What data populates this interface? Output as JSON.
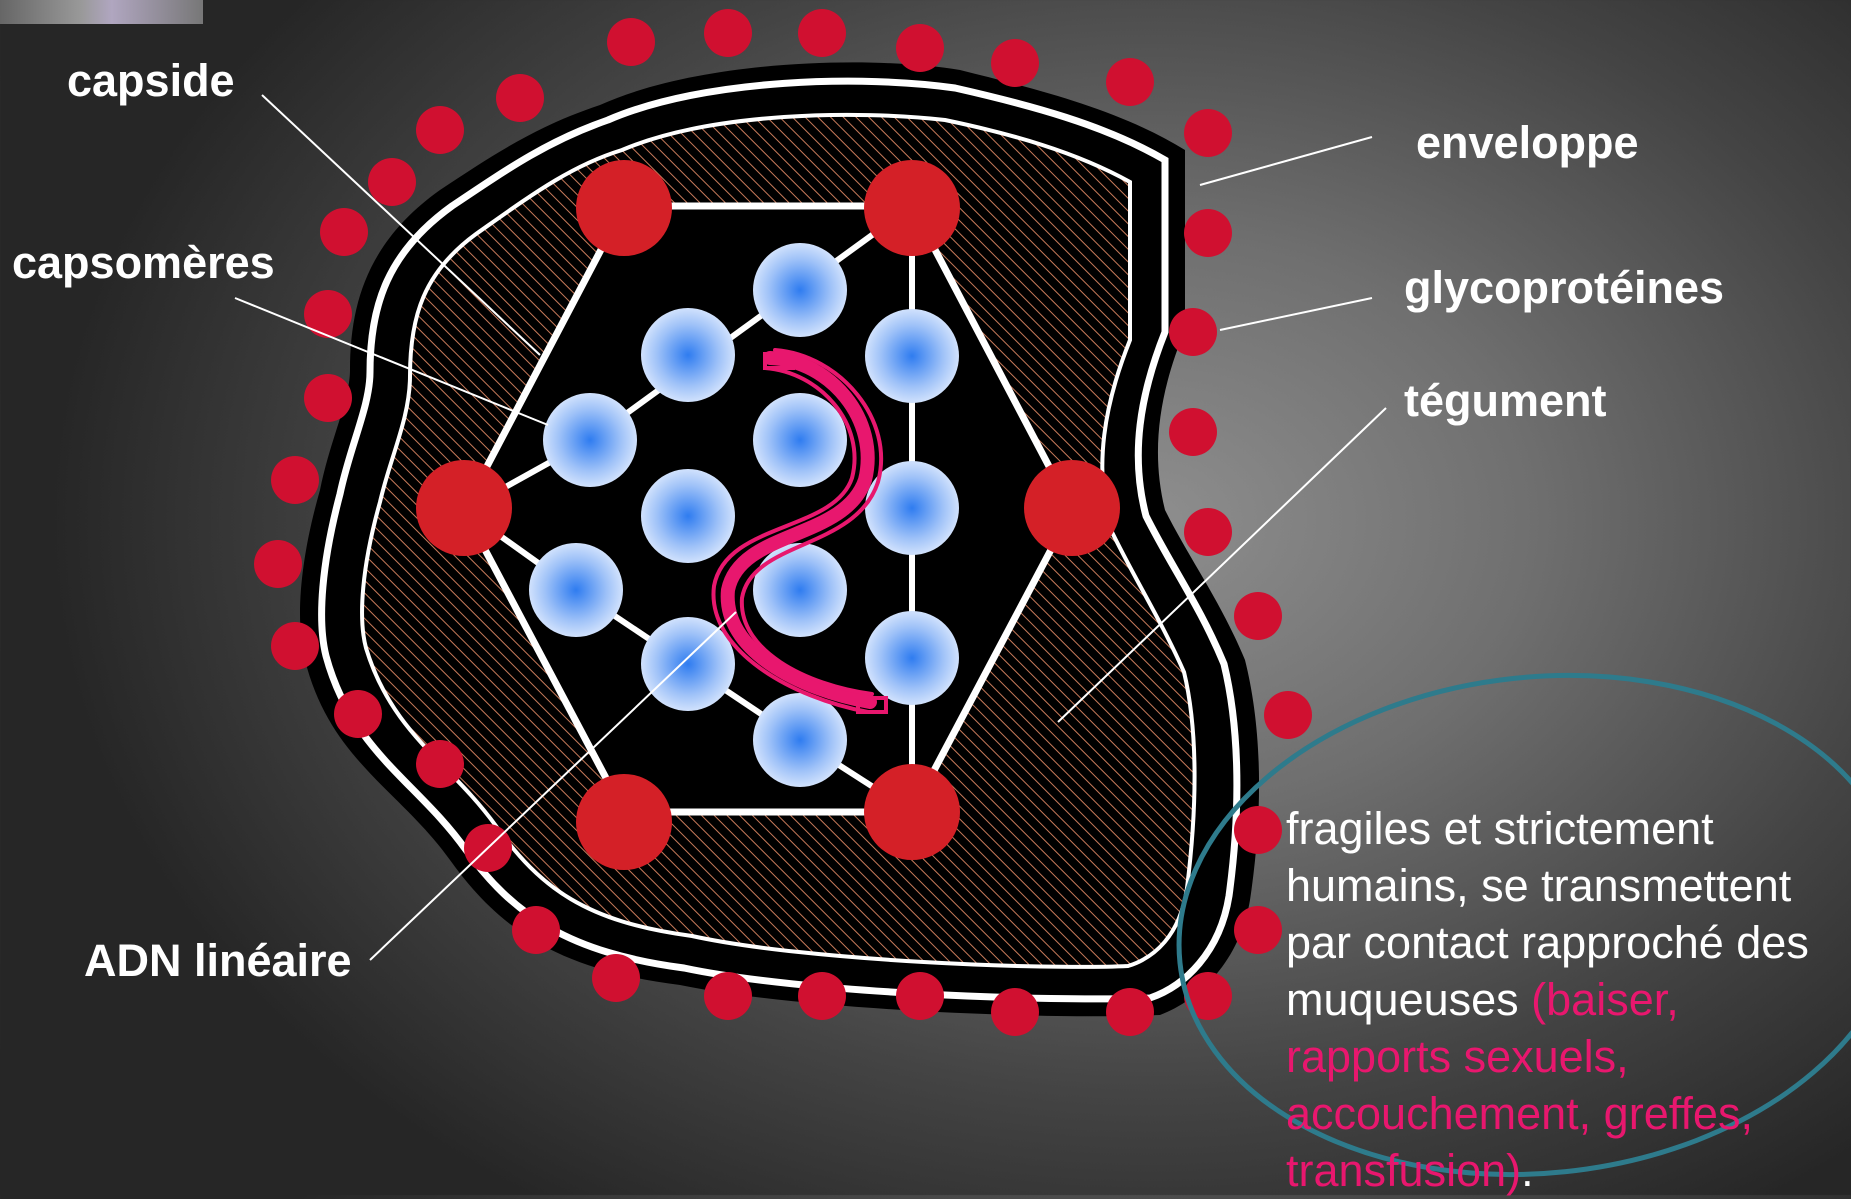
{
  "labels": {
    "capside": "capside",
    "capsomeres": "capsomères",
    "enveloppe": "enveloppe",
    "glycoproteines": "glycoprotéines",
    "tegument": "tégument",
    "adn": "ADN linéaire"
  },
  "note": {
    "text": "fragiles et strictement humains, se transmettent par contact rapproché des muqueuses",
    "highlight": "(baiser, rapports sexuels, accouchement, greffes, transfusion)",
    "end": "."
  },
  "colors": {
    "glycoprotein": "#d01030",
    "capsid_vertex": "#d42027",
    "dna": "#e8176e",
    "tegument_hatch": "#c87a5a",
    "annotation_ring": "#2e7b8c"
  }
}
